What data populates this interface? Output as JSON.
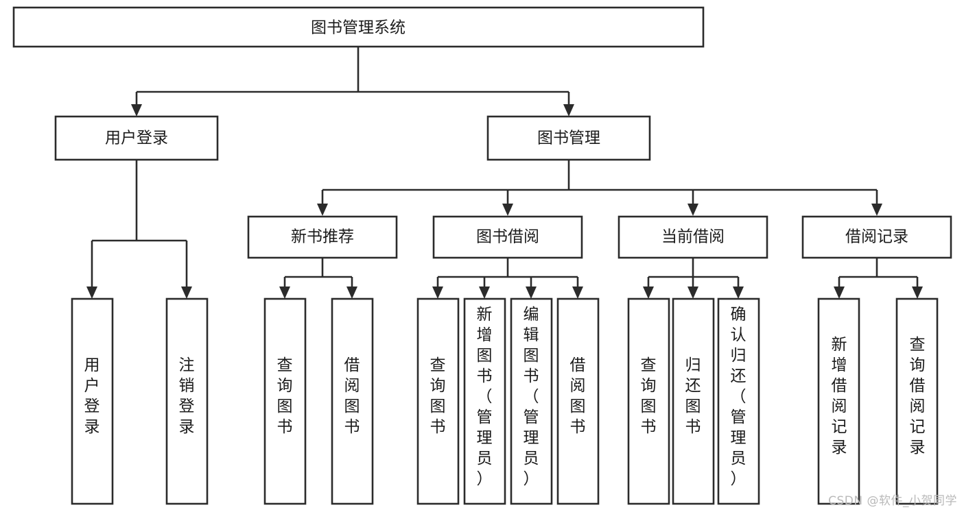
{
  "diagram": {
    "type": "tree",
    "title": "图书管理系统",
    "orientation": "top-down",
    "root": {
      "id": "root",
      "label": "图书管理系统"
    },
    "levels": [
      {
        "level": 1,
        "nodes": [
          {
            "id": "root",
            "label": "图书管理系统",
            "parent": null,
            "text_orientation": "horizontal"
          }
        ]
      },
      {
        "level": 2,
        "nodes": [
          {
            "id": "user-login",
            "label": "用户登录",
            "parent": "root",
            "text_orientation": "horizontal"
          },
          {
            "id": "book-manage",
            "label": "图书管理",
            "parent": "root",
            "text_orientation": "horizontal"
          }
        ]
      },
      {
        "level": 3,
        "nodes": [
          {
            "id": "new-book-rec",
            "label": "新书推荐",
            "parent": "book-manage",
            "text_orientation": "horizontal"
          },
          {
            "id": "book-borrow",
            "label": "图书借阅",
            "parent": "book-manage",
            "text_orientation": "horizontal"
          },
          {
            "id": "current-borrow",
            "label": "当前借阅",
            "parent": "book-manage",
            "text_orientation": "horizontal"
          },
          {
            "id": "borrow-record",
            "label": "借阅记录",
            "parent": "book-manage",
            "text_orientation": "horizontal"
          }
        ]
      },
      {
        "level": 4,
        "nodes": [
          {
            "id": "leaf-user-login",
            "label": "用户登录",
            "parent": "user-login",
            "text_orientation": "vertical"
          },
          {
            "id": "leaf-user-logout",
            "label": "注销登录",
            "parent": "user-login",
            "text_orientation": "vertical"
          },
          {
            "id": "leaf-query-book-1",
            "label": "查询图书",
            "parent": "new-book-rec",
            "text_orientation": "vertical"
          },
          {
            "id": "leaf-borrow-book-1",
            "label": "借阅图书",
            "parent": "new-book-rec",
            "text_orientation": "vertical"
          },
          {
            "id": "leaf-query-book-2",
            "label": "查询图书",
            "parent": "book-borrow",
            "text_orientation": "vertical"
          },
          {
            "id": "leaf-add-book",
            "label": "新增图书（管理员）",
            "parent": "book-borrow",
            "text_orientation": "vertical"
          },
          {
            "id": "leaf-edit-book",
            "label": "编辑图书（管理员）",
            "parent": "book-borrow",
            "text_orientation": "vertical"
          },
          {
            "id": "leaf-borrow-book-2",
            "label": "借阅图书",
            "parent": "book-borrow",
            "text_orientation": "vertical"
          },
          {
            "id": "leaf-query-book-3",
            "label": "查询图书",
            "parent": "current-borrow",
            "text_orientation": "vertical"
          },
          {
            "id": "leaf-return-book",
            "label": "归还图书",
            "parent": "current-borrow",
            "text_orientation": "vertical"
          },
          {
            "id": "leaf-confirm-return",
            "label": "确认归还（管理员）",
            "parent": "current-borrow",
            "text_orientation": "vertical"
          },
          {
            "id": "leaf-add-record",
            "label": "新增借阅记录",
            "parent": "borrow-record",
            "text_orientation": "vertical"
          },
          {
            "id": "leaf-query-record",
            "label": "查询借阅记录",
            "parent": "borrow-record",
            "text_orientation": "vertical"
          }
        ]
      }
    ]
  },
  "labels": {
    "root": "图书管理系统",
    "user_login": "用户登录",
    "book_manage": "图书管理",
    "new_book_rec": "新书推荐",
    "book_borrow": "图书借阅",
    "current_borrow": "当前借阅",
    "borrow_record": "借阅记录",
    "leaf_user_login": "用户登录",
    "leaf_user_logout": "注销登录",
    "leaf_query_book_1": "查询图书",
    "leaf_borrow_book_1": "借阅图书",
    "leaf_query_book_2": "查询图书",
    "leaf_add_book": "新增图书（管理员）",
    "leaf_edit_book": "编辑图书（管理员）",
    "leaf_borrow_book_2": "借阅图书",
    "leaf_query_book_3": "查询图书",
    "leaf_return_book": "归还图书",
    "leaf_confirm_return": "确认归还（管理员）",
    "leaf_add_record": "新增借阅记录",
    "leaf_query_record": "查询借阅记录"
  },
  "watermark": {
    "text": "CSDN @软件_小贺同学"
  },
  "colors": {
    "box_stroke": "#2b2b2b",
    "box_fill": "#ffffff",
    "text": "#1b1b1b",
    "connector": "#2b2b2b",
    "watermark": "#b9b9b9",
    "background": "#ffffff"
  }
}
